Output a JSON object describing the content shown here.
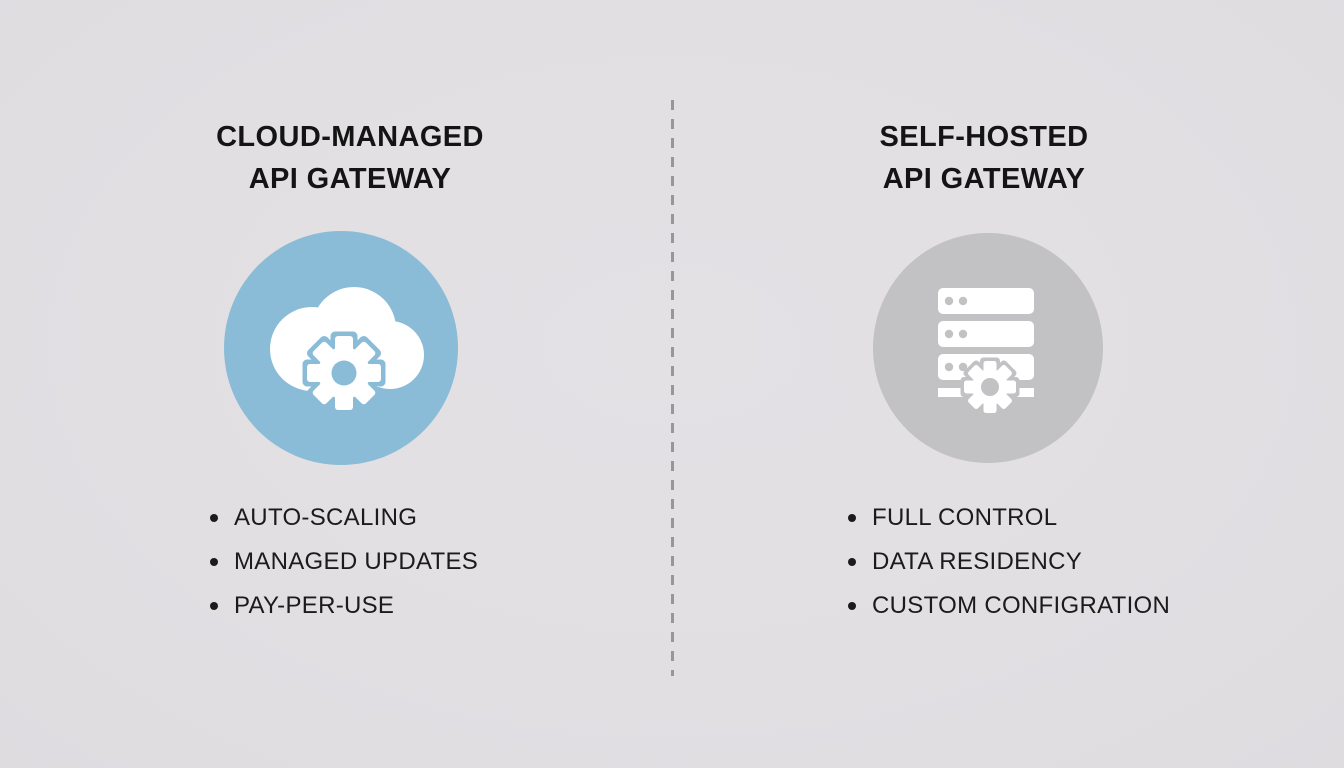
{
  "page": {
    "background_color": "#e1dfe2",
    "text_color": "#171717",
    "divider_color": "#98969a",
    "divider_style": "vertical-dashed"
  },
  "left_panel": {
    "title_line1": "CLOUD-MANAGED",
    "title_line2": "API GATEWAY",
    "icon": "cloud-gear-icon",
    "circle_color": "#8abcd8",
    "icon_color": "#ffffff",
    "bullets": [
      "AUTO-SCALING",
      "MANAGED UPDATES",
      "PAY-PER-USE"
    ]
  },
  "right_panel": {
    "title_line1": "SELF-HOSTED",
    "title_line2": "API GATEWAY",
    "icon": "server-gear-icon",
    "circle_color": "#c2c1c4",
    "icon_color": "#ffffff",
    "bullets": [
      "FULL CONTROL",
      "DATA RESIDENCY",
      "CUSTOM CONFIGRATION"
    ]
  }
}
